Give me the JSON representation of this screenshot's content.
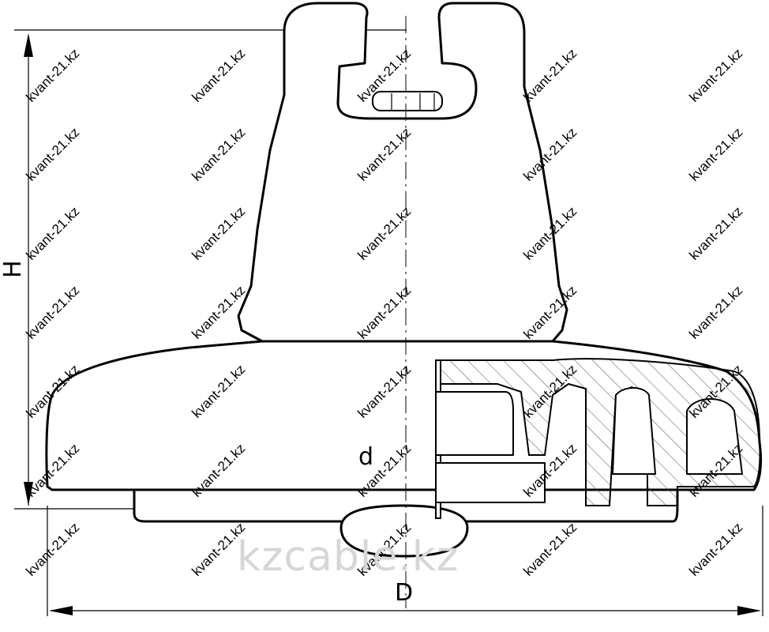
{
  "drawing": {
    "dimension_height": "H",
    "dimension_diameter": "D",
    "dimension_pin": "d"
  },
  "watermarks": {
    "repeated": "kvant-21.kz",
    "center": "kzcable.kz"
  }
}
